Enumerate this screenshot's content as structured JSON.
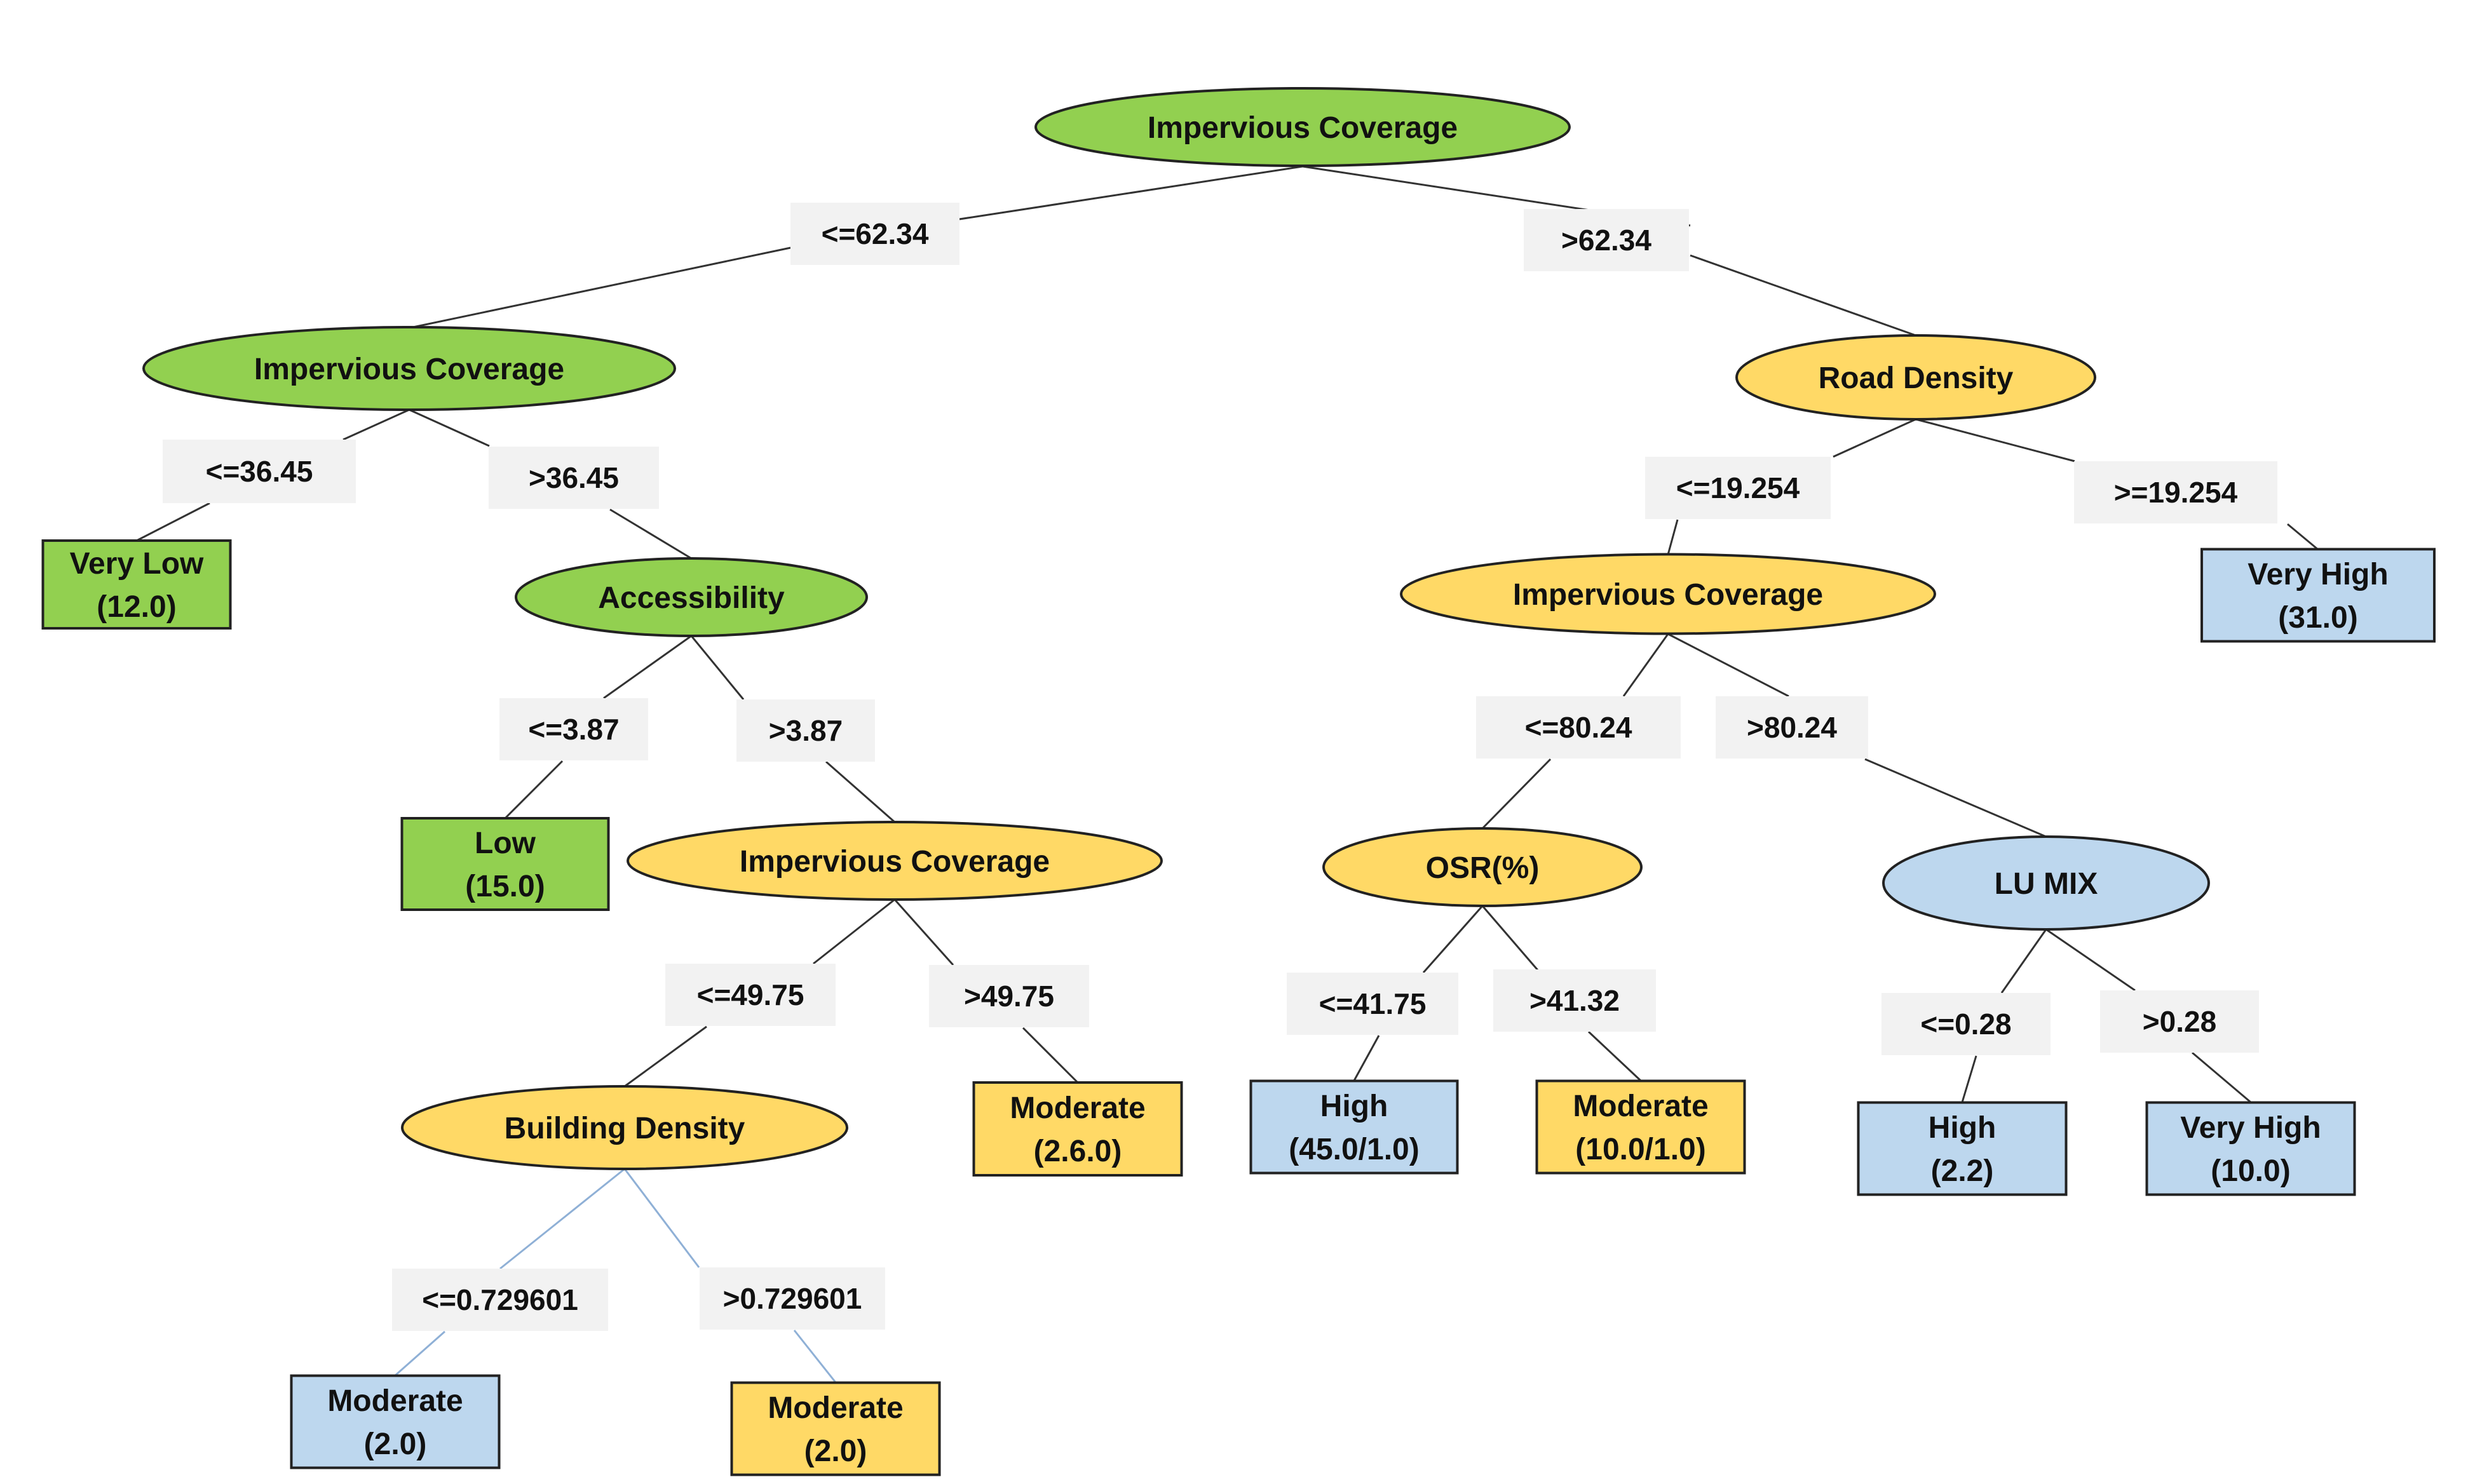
{
  "colors": {
    "green": "#92d050",
    "yellow": "#ffd966",
    "blue": "#bdd7ee",
    "edge_label_bg": "#f2f2f2",
    "outline": "#222222",
    "line_dark": "#333333",
    "line_blue": "#8fb0d6"
  },
  "nodes": {
    "root": {
      "lines": [
        "Impervious Coverage"
      ],
      "shape": "ellipse",
      "color": "green"
    },
    "n1": {
      "lines": [
        "Impervious Coverage"
      ],
      "shape": "ellipse",
      "color": "green"
    },
    "n2": {
      "lines": [
        "Road Density"
      ],
      "shape": "ellipse",
      "color": "yellow"
    },
    "leaf_very_low": {
      "lines": [
        "Very Low",
        "(12.0)"
      ],
      "shape": "rect",
      "color": "green"
    },
    "n3": {
      "lines": [
        "Accessibility"
      ],
      "shape": "ellipse",
      "color": "green"
    },
    "leaf_low": {
      "lines": [
        "Low",
        "(15.0)"
      ],
      "shape": "rect",
      "color": "green"
    },
    "n4": {
      "lines": [
        "Impervious Coverage"
      ],
      "shape": "ellipse",
      "color": "yellow"
    },
    "n5": {
      "lines": [
        "Building Density"
      ],
      "shape": "ellipse",
      "color": "yellow"
    },
    "leaf_mod_26": {
      "lines": [
        "Moderate",
        "(2.6.0)"
      ],
      "shape": "rect",
      "color": "yellow"
    },
    "leaf_mod_blue": {
      "lines": [
        "Moderate",
        "(2.0)"
      ],
      "shape": "rect",
      "color": "blue"
    },
    "leaf_mod_yel": {
      "lines": [
        "Moderate",
        "(2.0)"
      ],
      "shape": "rect",
      "color": "yellow"
    },
    "n6": {
      "lines": [
        "Impervious Coverage"
      ],
      "shape": "ellipse",
      "color": "yellow"
    },
    "leaf_vh_31": {
      "lines": [
        "Very High",
        "(31.0)"
      ],
      "shape": "rect",
      "color": "blue"
    },
    "n7": {
      "lines": [
        "OSR(%)"
      ],
      "shape": "ellipse",
      "color": "yellow"
    },
    "n8": {
      "lines": [
        "LU MIX"
      ],
      "shape": "ellipse",
      "color": "blue"
    },
    "leaf_high_45": {
      "lines": [
        "High",
        "(45.0/1.0)"
      ],
      "shape": "rect",
      "color": "blue"
    },
    "leaf_mod_10": {
      "lines": [
        "Moderate",
        "(10.0/1.0)"
      ],
      "shape": "rect",
      "color": "yellow"
    },
    "leaf_high_22": {
      "lines": [
        "High",
        "(2.2)"
      ],
      "shape": "rect",
      "color": "blue"
    },
    "leaf_vh_10": {
      "lines": [
        "Very High",
        "(10.0)"
      ],
      "shape": "rect",
      "color": "blue"
    }
  },
  "edges": [
    {
      "from": "root",
      "to": "n1",
      "label": "<=62.34"
    },
    {
      "from": "root",
      "to": "n2",
      "label": ">62.34"
    },
    {
      "from": "n1",
      "to": "leaf_very_low",
      "label": "<=36.45"
    },
    {
      "from": "n1",
      "to": "n3",
      "label": ">36.45"
    },
    {
      "from": "n3",
      "to": "leaf_low",
      "label": "<=3.87"
    },
    {
      "from": "n3",
      "to": "n4",
      "label": ">3.87"
    },
    {
      "from": "n4",
      "to": "n5",
      "label": "<=49.75"
    },
    {
      "from": "n4",
      "to": "leaf_mod_26",
      "label": ">49.75"
    },
    {
      "from": "n5",
      "to": "leaf_mod_blue",
      "label": "<=0.729601",
      "line": "blue"
    },
    {
      "from": "n5",
      "to": "leaf_mod_yel",
      "label": ">0.729601",
      "line": "blue"
    },
    {
      "from": "n2",
      "to": "n6",
      "label": "<=19.254"
    },
    {
      "from": "n2",
      "to": "leaf_vh_31",
      "label": ">=19.254"
    },
    {
      "from": "n6",
      "to": "n7",
      "label": "<=80.24"
    },
    {
      "from": "n6",
      "to": "n8",
      "label": ">80.24"
    },
    {
      "from": "n7",
      "to": "leaf_high_45",
      "label": "<=41.75"
    },
    {
      "from": "n7",
      "to": "leaf_mod_10",
      "label": ">41.32"
    },
    {
      "from": "n8",
      "to": "leaf_high_22",
      "label": "<=0.28"
    },
    {
      "from": "n8",
      "to": "leaf_vh_10",
      "label": ">0.28"
    }
  ]
}
